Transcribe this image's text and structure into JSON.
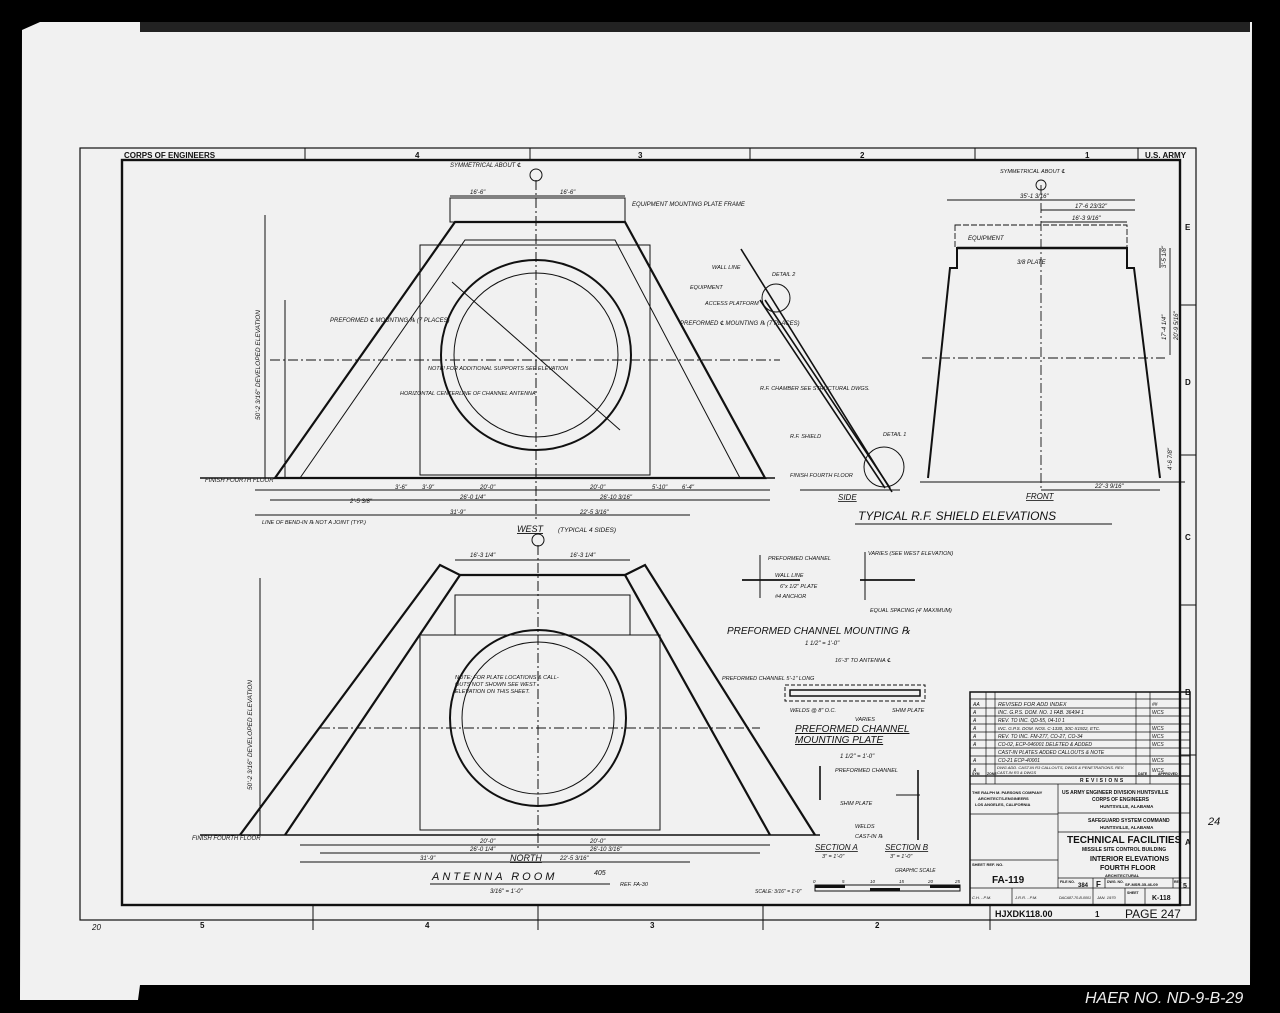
{
  "sheet": {
    "corner_left": "CORPS OF ENGINEERS",
    "corner_right": "U.S. ARMY",
    "zones_top": [
      "4",
      "3",
      "2",
      "1"
    ],
    "zones_bottom": [
      "5",
      "4",
      "3",
      "2",
      "1"
    ],
    "zones_right": [
      "E",
      "D",
      "C",
      "B",
      "A"
    ],
    "bottom_code": "HJXDK118.00",
    "page": "PAGE 247",
    "margin_num_left": "20",
    "margin_num_right": "24",
    "haer": "HAER NO. ND-9-B-29"
  },
  "west_view": {
    "title": "WEST",
    "subtitle": "(TYPICAL 4 SIDES)",
    "symmetric_note": "SYMMETRICAL ABOUT ℄",
    "equipment_note": "EQUIPMENT MOUNTING PLATE FRAME",
    "elevation_label": "50'-2 3/16\" DEVELOPED ELEVATION",
    "note": "NOTE! FOR ADDITIONAL SUPPORTS SEE ELEVATION",
    "horizontal_cl": "HORIZONTAL CENTERLINE OF CHANNEL ANTENNA",
    "preformed_left": "PREFORMED ℄ MOUNTING ℞ (7 PLACES)",
    "preformed_right": "PREFORMED ℄ MOUNTING ℞ (7 PLACES)",
    "finish_floor": "FINISH FOURTH FLOOR",
    "bend_line": "LINE OF BEND-IN ℞ NOT A JOINT (TYP.)",
    "dims": [
      "16'-6\"",
      "16'-6\"",
      "20'-0\"",
      "20'-0\"",
      "26'-0 1/4\"",
      "26'-10 3/16\"",
      "31'-9\"",
      "22'-5 3/16\"",
      "3'-6\"",
      "3'-9\"",
      "5'-10\"",
      "6'-4\"",
      "2'-5 3/8\""
    ]
  },
  "side_view": {
    "title": "SIDE",
    "wall_line": "WALL LINE",
    "equipment": "EQUIPMENT",
    "access": "ACCESS PLATFORM",
    "chamber": "R.F. CHAMBER SEE STRUCTURAL DWGS.",
    "shield": "R.F. SHIELD",
    "finish_floor": "FINISH FOURTH FLOOR",
    "detail_2": "DETAIL 2",
    "detail_1": "DETAIL 1"
  },
  "front_view": {
    "title": "FRONT",
    "symmetric_note": "SYMMETRICAL ABOUT ℄",
    "equipment": "EQUIPMENT",
    "plate": "3/8 PLATE",
    "dims": [
      "35'-1 3/16\"",
      "17'-6 23/32\"",
      "16'-3 9/16\"",
      "22'-3 9/16\"",
      "20'-9 5/16\"",
      "17'-4 1/4\"",
      "3'-5 1/8\"",
      "4'-6 7/8\""
    ]
  },
  "group_title": "TYPICAL R.F. SHIELD ELEVATIONS",
  "north_view": {
    "title": "NORTH",
    "room_title": "ANTENNA ROOM",
    "room_num": "405",
    "scale": "3/16\" = 1'-0\"",
    "ref": "REF. FA-30",
    "note": "NOTE: FOR PLATE LOCATIONS & CALL-OUTS NOT SHOWN SEE WEST ELEVATION ON THIS SHEET.",
    "elevation_label": "50'-2 3/16\" DEVELOPED ELEVATION",
    "finish_floor": "FINISH FOURTH FLOOR",
    "dims": [
      "16'-3 1/4\"",
      "16'-3 1/4\"",
      "20'-0\"",
      "20'-0\"",
      "26'-0 1/4\"",
      "26'-10 3/16\"",
      "31'-9\"",
      "22'-5 3/16\""
    ]
  },
  "details": {
    "mount_title": "PREFORMED CHANNEL MOUNTING ℞",
    "mount_scale": "1 1/2\" = 1'-0\"",
    "mount_labels": [
      "PREFORMED CHANNEL",
      "WALL LINE",
      "6\"x 1/2\" PLATE",
      "#4 ANCHOR",
      "VARIES (SEE WEST ELEVATION)",
      "EQUAL SPACING (4' MAXIMUM)"
    ],
    "plate_title": "PREFORMED CHANNEL MOUNTING PLATE",
    "plate_scale": "1 1/2\" = 1'-0\"",
    "plate_labels": [
      "PREFORMED CHANNEL 5'-1\" LONG",
      "16'-3\" TO ANTENNA ℄",
      "SHIM PLATE",
      "WELDS @ 8\" O.C.",
      "VARIES"
    ],
    "section_a": "SECTION A",
    "section_b": "SECTION B",
    "section_scale": "3\" = 1'-0\"",
    "section_labels": [
      "PREFORMED CHANNEL",
      "SHIM PLATE",
      "WELDS",
      "CAST-IN ℞"
    ],
    "graphic_scale": "GRAPHIC SCALE",
    "scale_note": "SCALE: 3/16\" = 1'-0\"",
    "scale_ticks": [
      "0",
      "5",
      "10",
      "15",
      "20",
      "25"
    ]
  },
  "revisions": {
    "heading": "REVISIONS",
    "cols": [
      "SYM",
      "ZONE",
      "DATE",
      "APPROVED"
    ],
    "rows": [
      {
        "sym": "AA",
        "text": "REVISED FOR ADD INDEX",
        "by": "##"
      },
      {
        "sym": "A",
        "text": "INC. G.P.S. DOM. NO. 1 FAB. 36494 1",
        "by": "WCS"
      },
      {
        "sym": "A",
        "text": "REV. TO INC. QD-55, 04-10 1",
        "by": ""
      },
      {
        "sym": "A",
        "text": "INC. G.P.S. DOM. NOS. C-1330, 30C-X1922, ETC.",
        "by": "WCS"
      },
      {
        "sym": "A",
        "text": "REV. TO INC. FM-277, CO-27, CO-34",
        "by": "WCS"
      },
      {
        "sym": "A",
        "text": "CO-02, ECP-046001 DELETED & ADDED",
        "by": "WCS"
      },
      {
        "sym": "",
        "text": "CAST-IN PLATES ADDED CALLOUTS & NOTE",
        "by": ""
      },
      {
        "sym": "A",
        "text": "CO-21 ECP-40001",
        "by": "WCS"
      },
      {
        "sym": "A",
        "text": "DWG ADD. CAST-IN R3 CALLOUTS, DWGS & PENETRATIONS. REV. CAST-IN R3 & DWGS",
        "by": "WCS"
      }
    ]
  },
  "title_block": {
    "architect": [
      "THE RALPH M. PARSONS COMPANY",
      "ARCHITECTS-ENGINEERS",
      "LOS ANGELES, CALIFORNIA"
    ],
    "agency": [
      "US ARMY ENGINEER DIVISION HUNTSVILLE",
      "CORPS OF ENGINEERS",
      "HUNTSVILLE, ALABAMA"
    ],
    "command": [
      "SAFEGUARD SYSTEM COMMAND",
      "HUNTSVILLE, ALABAMA"
    ],
    "title": "TECHNICAL FACILITIES",
    "subtitle": "MISSILE SITE CONTROL BUILDING",
    "drawing": [
      "INTERIOR ELEVATIONS",
      "FOURTH FLOOR"
    ],
    "discipline": "ARCHITECTURAL",
    "sheet_ref_label": "SHEET REF. NO.",
    "sheet_ref": "FA-119",
    "file_no_label": "FILE NO.",
    "file_no": "384",
    "size": "F",
    "dwg_no_label": "DWG. NO.",
    "dwg_no": "SF-MSR-35-46-09",
    "rev_label": "REV.",
    "rev": "5",
    "drawn": "C.H. - P.M.",
    "checked": "J.R.R. - P.M.",
    "spec": "DACA87-70-B-0001",
    "date": "JAN. 1970",
    "sheet_label": "SHEET",
    "sheet": "K-118"
  }
}
